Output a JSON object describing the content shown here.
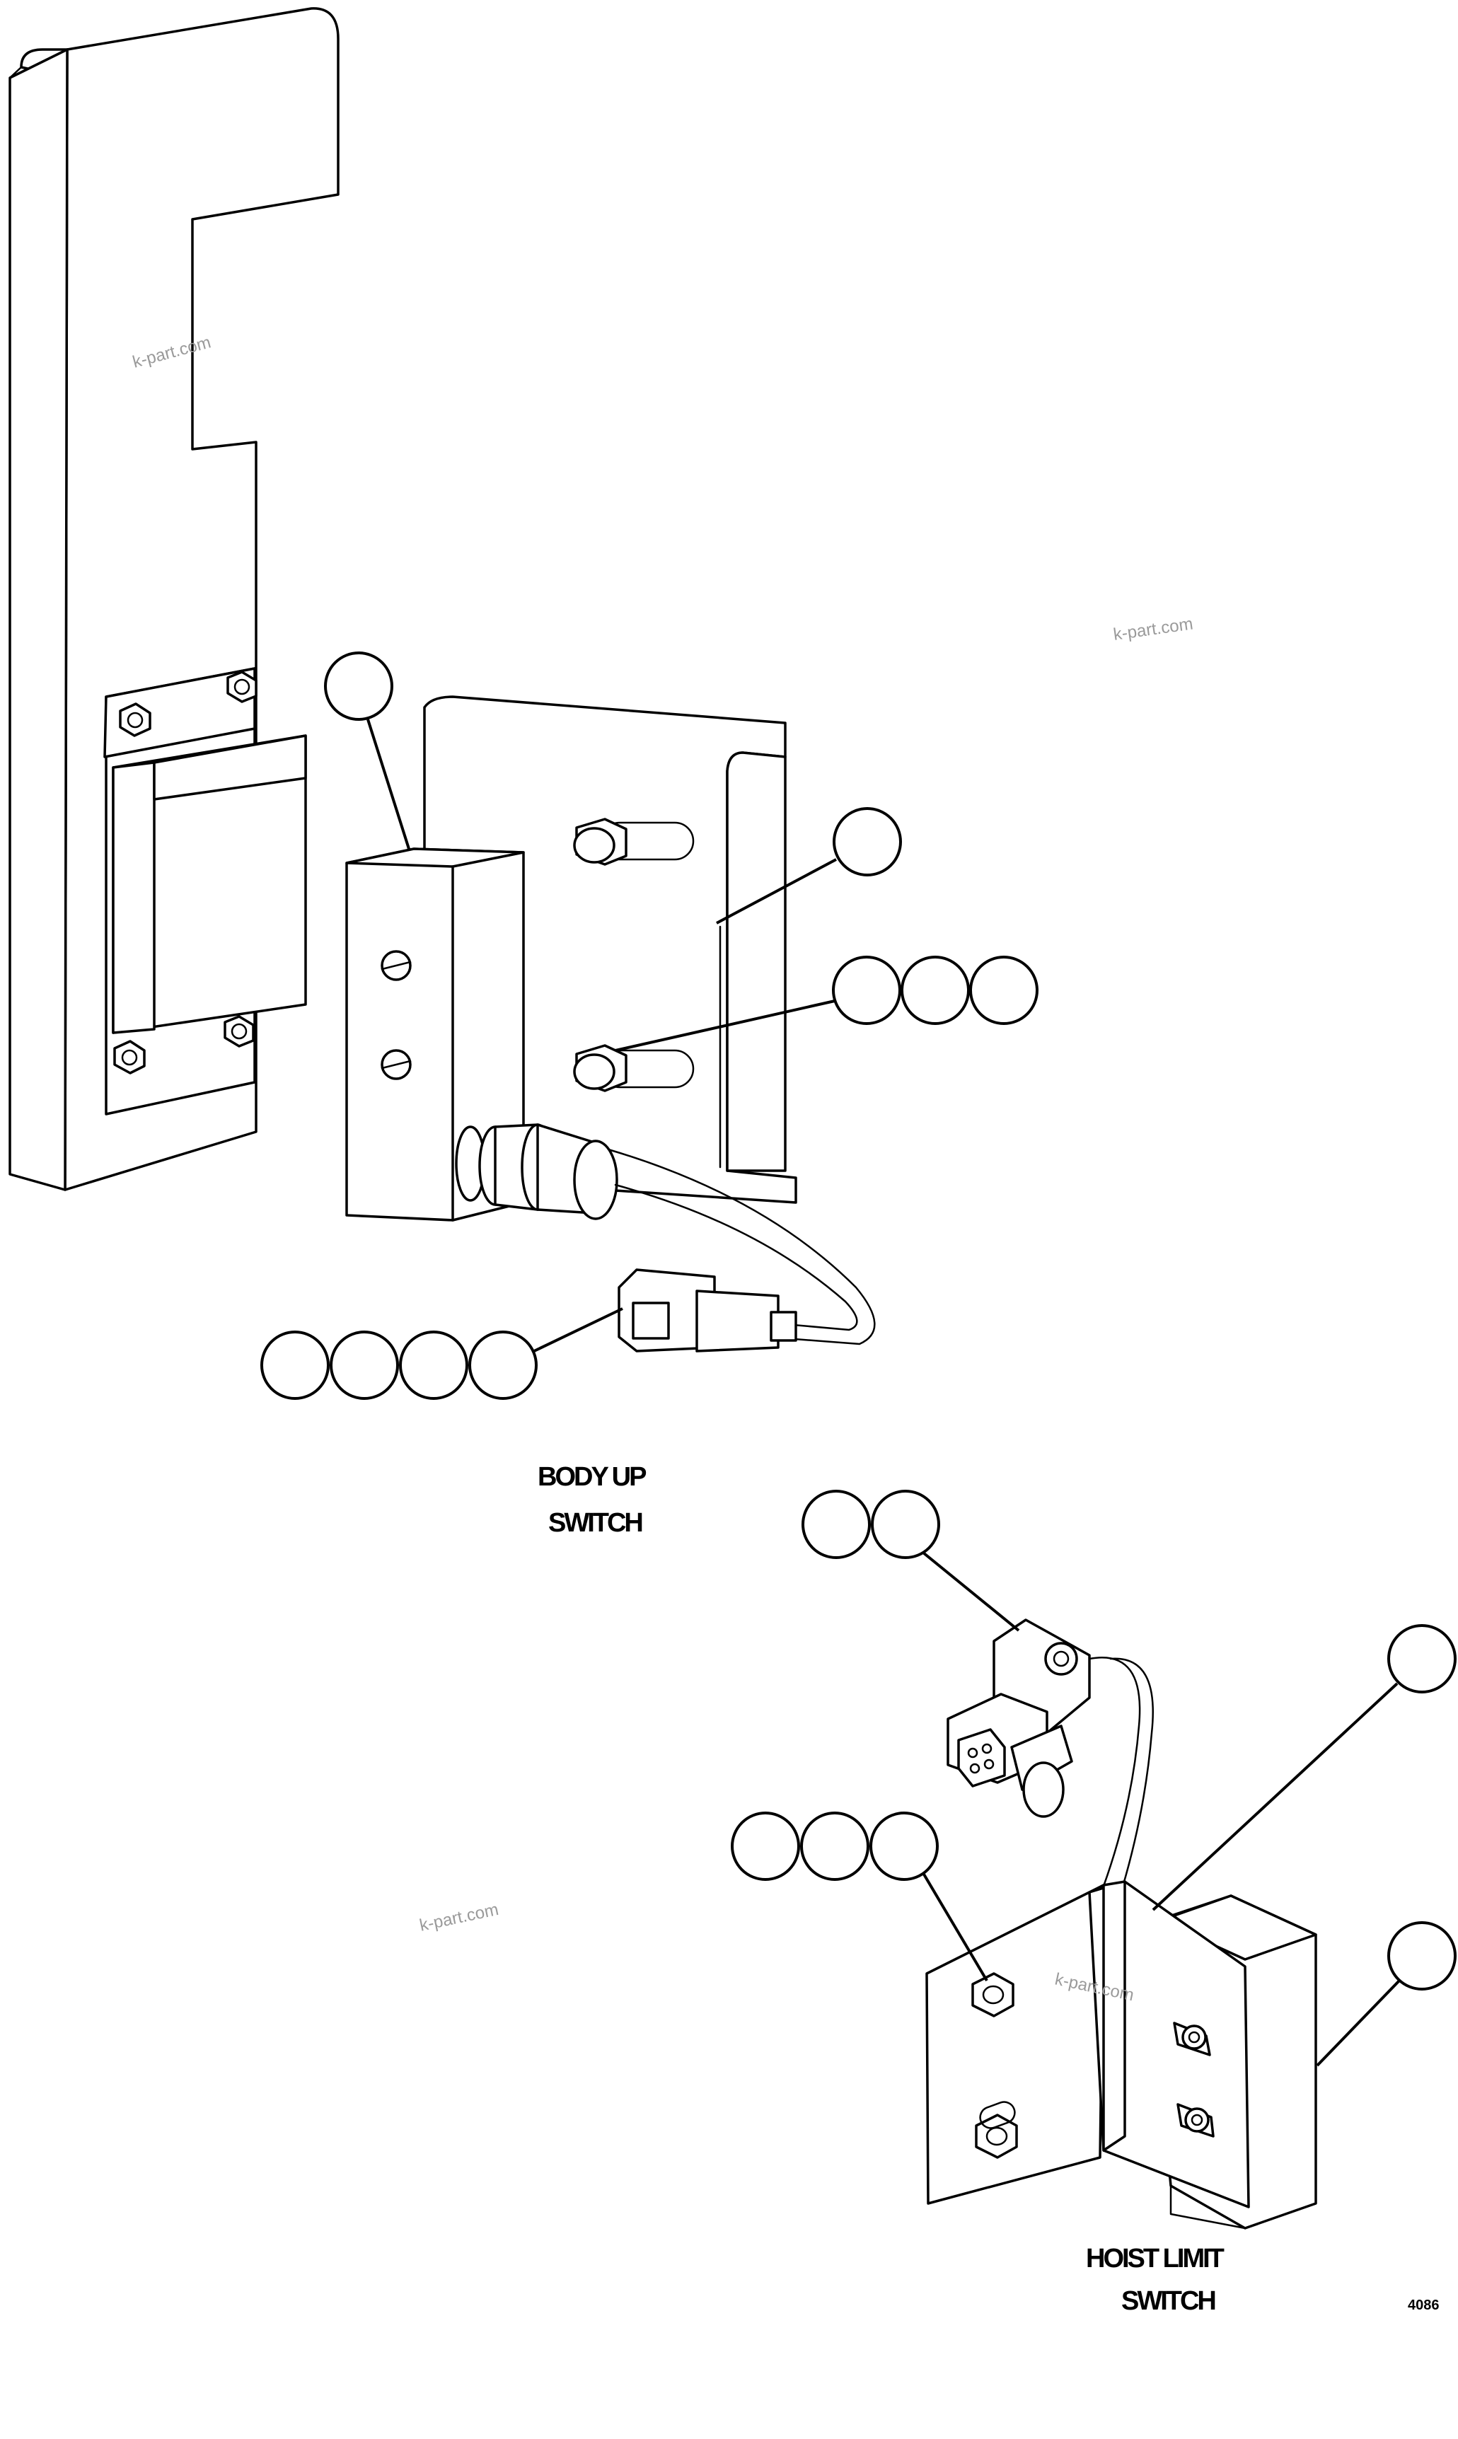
{
  "labels": {
    "body_up_line1": "BODY UP",
    "body_up_line2": "SWITCH",
    "hoist_limit_line1": "HOIST LIMIT",
    "hoist_limit_line2": "SWITCH",
    "reference": "4086"
  },
  "watermark": "k-part.com",
  "colors": {
    "line": "#000000",
    "background": "#ffffff",
    "watermark": "#9a9a9a"
  }
}
